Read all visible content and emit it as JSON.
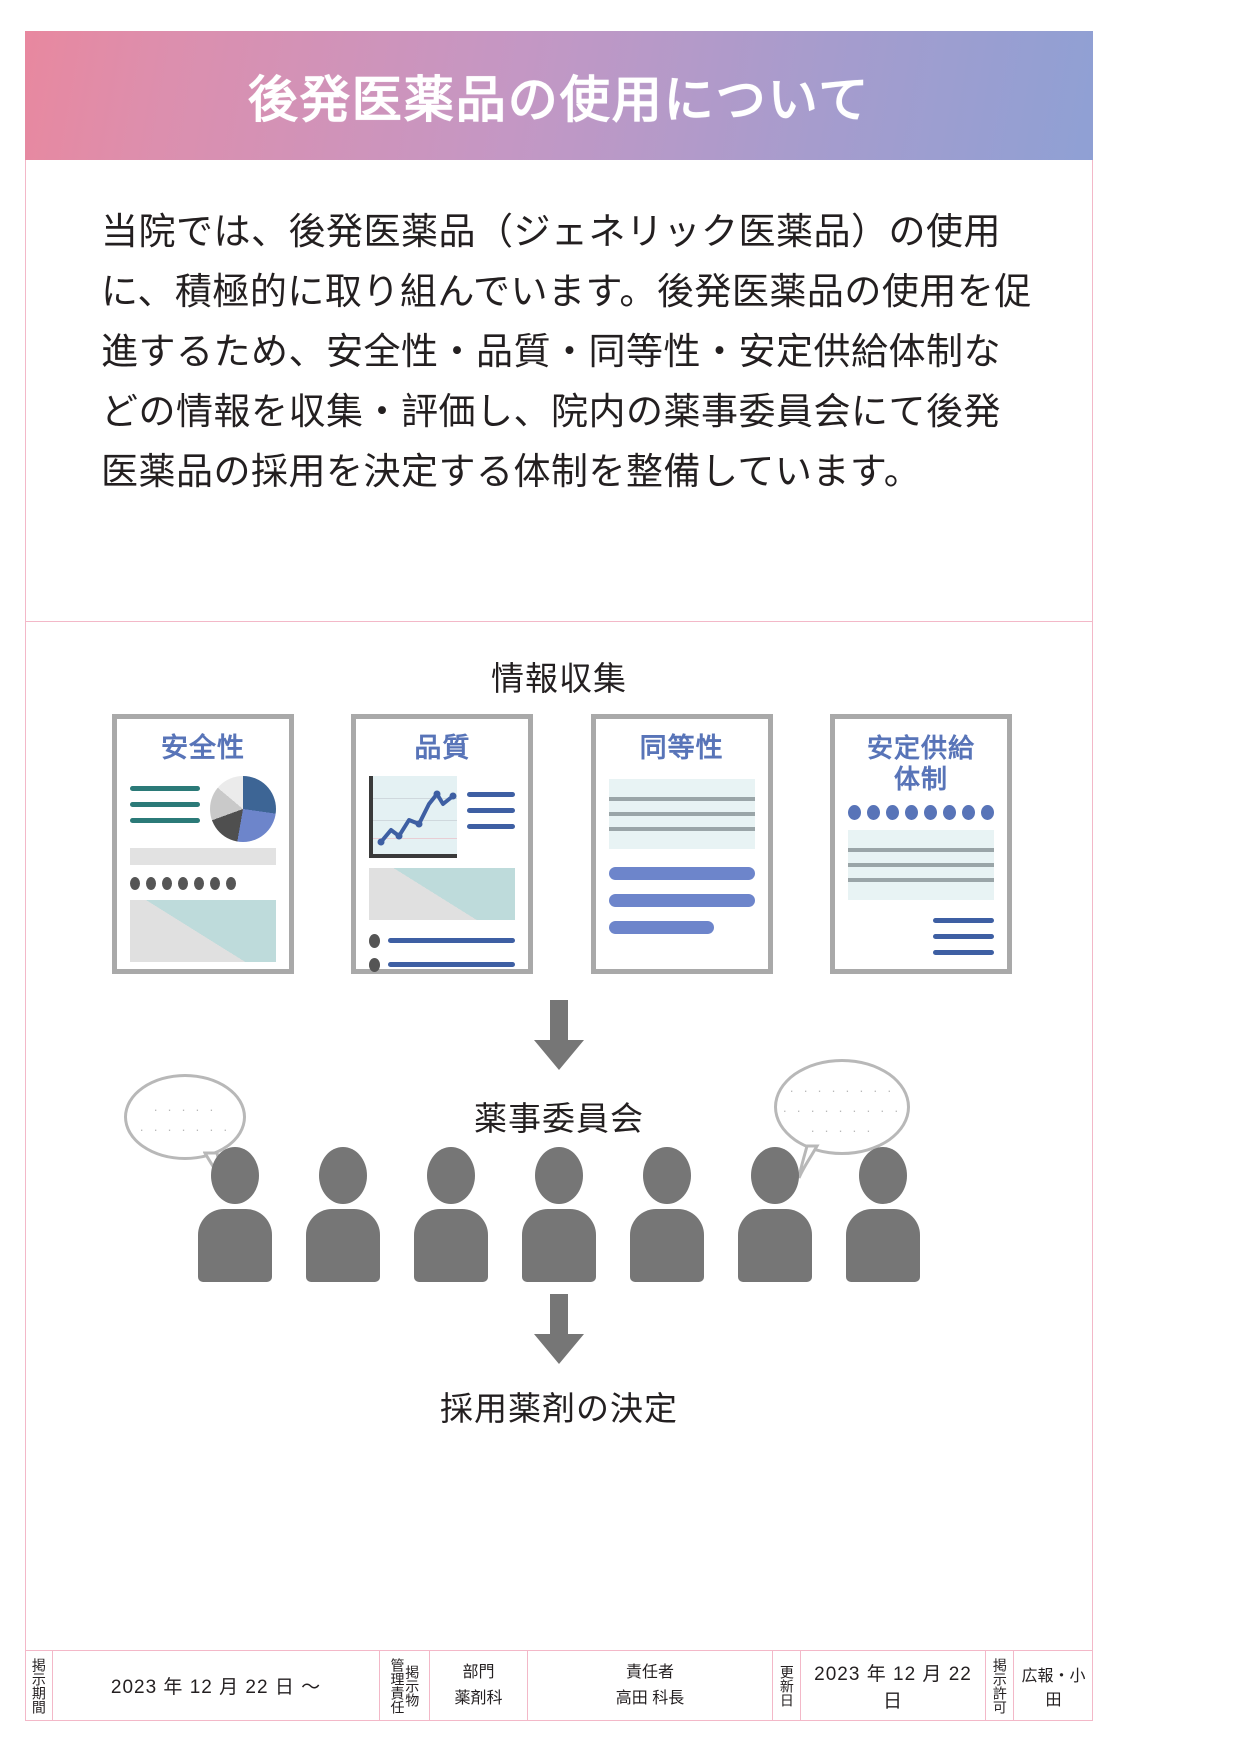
{
  "header": {
    "title": "後発医薬品の使用について",
    "gradient_from": "#e8889f",
    "gradient_to": "#8fa0d4"
  },
  "intro": {
    "paragraph": "当院では、後発医薬品（ジェネリック医薬品）の使用に、積極的に取り組んでいます。後発医薬品の使用を促進するため、安全性・品質・同等性・安定供給体制などの情報を収集・評価し、院内の薬事委員会にて後発医薬品の採用を決定する体制を整備しています。"
  },
  "diagram": {
    "collect_label": "情報収集",
    "committee_label": "薬事委員会",
    "decision_label": "採用薬剤の決定",
    "card_title_color": "#5874b8",
    "cards": [
      {
        "title": "安全性",
        "icon": "pie-chart-document-icon"
      },
      {
        "title": "品質",
        "icon": "line-chart-document-icon"
      },
      {
        "title": "同等性",
        "icon": "text-document-icon"
      },
      {
        "title": "安定供給\n体制",
        "icon": "supply-document-icon"
      }
    ],
    "people_count": 7,
    "bubble_color": "#b8b8b8",
    "person_color": "#767676",
    "arrow_color": "#767676"
  },
  "footer": {
    "period_label": "掲示期間",
    "period_value": "2023 年 12 月 22 日 ～",
    "posting_item_label": "掲示物",
    "manage_resp_label": "管理責任",
    "dept_label": "部門",
    "dept_value": "薬剤科",
    "person_label": "責任者",
    "person_value": "高田 科長",
    "update_label": "更新日",
    "update_value": "2023 年 12 月 22 日",
    "approval_label": "掲示許可",
    "approval_value": "広報・小田",
    "border_color": "#f3b8c8"
  }
}
